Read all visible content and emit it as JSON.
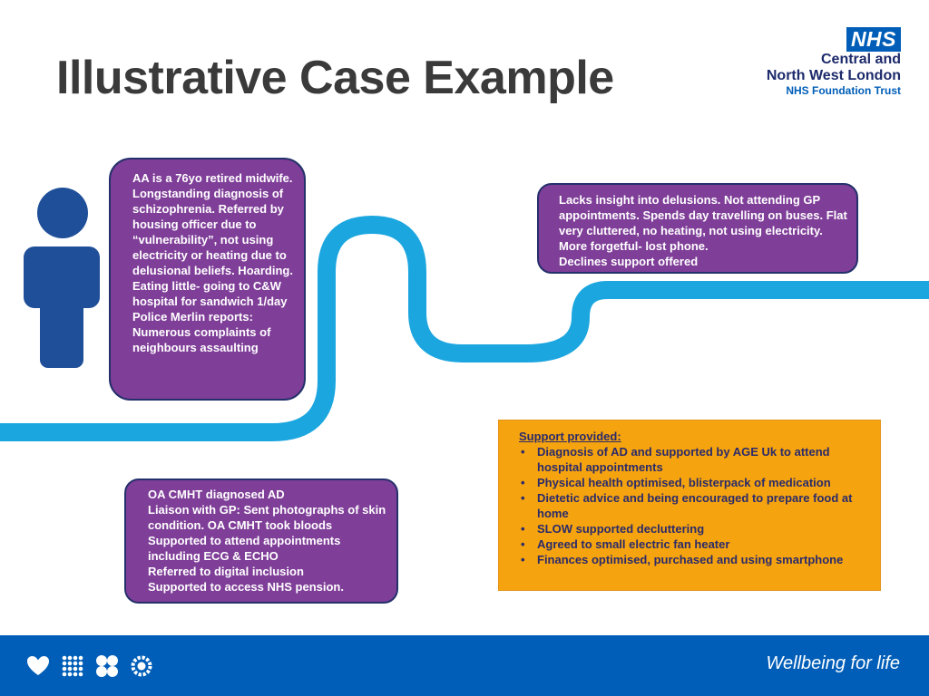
{
  "title": "Illustrative Case Example",
  "logo": {
    "badge": "NHS",
    "line1": "Central and",
    "line2": "North West London",
    "line3": "NHS Foundation Trust"
  },
  "boxes": {
    "intro": [
      "AA is a 76yo retired midwife. Longstanding diagnosis of schizophrenia. Referred by housing officer due to “vulnerability”, not using electricity or heating due to delusional beliefs. Hoarding. Eating little- going to C&W hospital for sandwich 1/day",
      "Police Merlin reports: Numerous complaints of neighbours assaulting"
    ],
    "insight": [
      "Lacks insight into delusions. Not attending GP appointments. Spends day travelling on buses. Flat very cluttered, no heating, not using electricity. More forgetful- lost phone.",
      "Declines support offered"
    ],
    "cmht": [
      "OA CMHT diagnosed AD",
      "Liaison with GP: Sent photographs of skin condition. OA CMHT took bloods",
      "Supported to attend appointments including ECG & ECHO",
      "Referred to digital inclusion",
      "Supported to access NHS pension."
    ]
  },
  "support": {
    "heading": "Support provided:",
    "items": [
      "Diagnosis of AD and supported by AGE Uk to attend hospital appointments",
      "Physical health optimised, blisterpack of medication",
      "Dietetic advice and being encouraged to prepare food at home",
      "SLOW supported decluttering",
      "Agreed to small electric fan heater",
      "Finances optimised, purchased and using smartphone"
    ]
  },
  "footer": {
    "tagline": "Wellbeing for life",
    "icons": [
      "heart-icon",
      "dots-grid-icon",
      "flower-icon",
      "sun-icon"
    ]
  },
  "colors": {
    "title": "#3a3a3a",
    "path": "#1ba6df",
    "box_fill": "#7f3e98",
    "box_border": "#24306b",
    "support_fill": "#f5a30f",
    "support_text": "#2b2b6a",
    "footer": "#005eb8",
    "person": "#1f4f99"
  }
}
